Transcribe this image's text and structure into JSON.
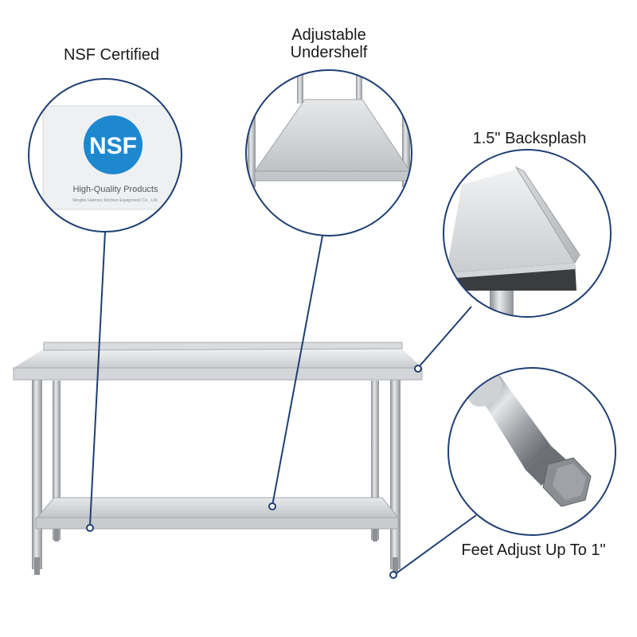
{
  "callouts": {
    "nsf": {
      "label": "NSF Certified"
    },
    "undershelf": {
      "label_line1": "Adjustable",
      "label_line2": "Undershelf"
    },
    "backsplash": {
      "label": "1.5\" Backsplash"
    },
    "feet": {
      "label": "Feet Adjust Up To 1\""
    }
  },
  "nsf_card": {
    "logo": "NSF",
    "caption": "High-Quality Products",
    "maker": "Ningbo Haimox Kitchen Equipment Co., Ltd."
  },
  "colors": {
    "callout_ring": "#1f3f73",
    "nsf_blue": "#1e88cf",
    "steel_light": "#e3e5e7",
    "steel_mid": "#b9bcbf",
    "steel_dark": "#7d8185"
  }
}
